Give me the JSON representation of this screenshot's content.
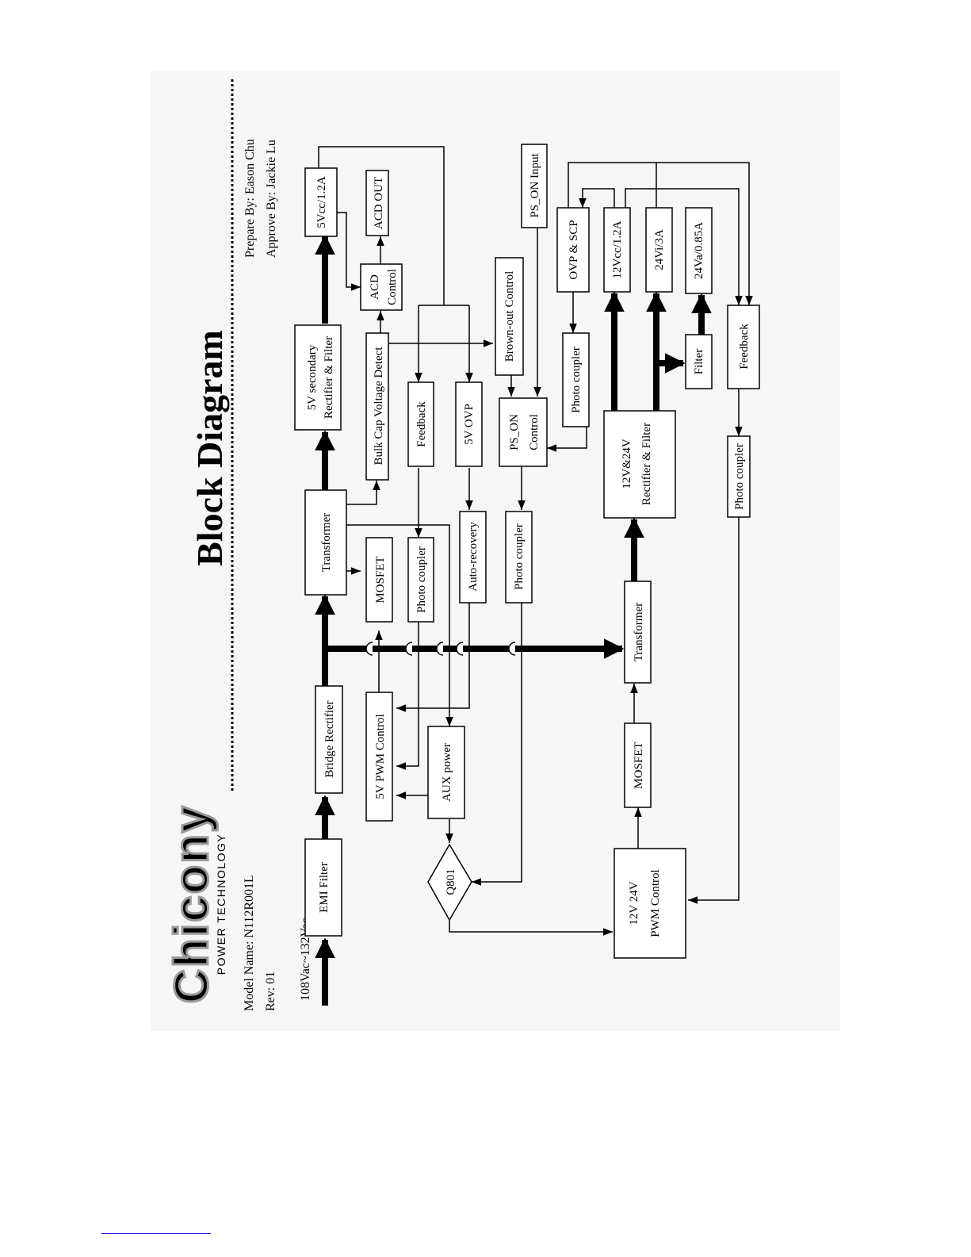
{
  "title": "Block Diagram",
  "logo": {
    "brand": "Chicony",
    "tagline": "POWER TECHNOLOGY",
    "color": "#9a9a9a"
  },
  "meta": {
    "model": "Model Name: N112R001L",
    "rev": "Rev: 01",
    "input": "108Vac~132Vac",
    "prepare": "Prepare  By:  Eason  Chu",
    "approve": "Approve  By:  Jackie  Lu"
  },
  "blocks": {
    "emi_filter": "EMI Filter",
    "bridge_rectifier": "Bridge Rectifier",
    "transformer_5v": "Transformer",
    "secondary_5v_l1": "5V secondary",
    "secondary_5v_l2": "Rectifier & Filter",
    "out_5vcc": "5Vcc/1.2A",
    "acd_control_l1": "ACD",
    "acd_control_l2": "Control",
    "acd_out": "ACD OUT",
    "bulk_cap": "Bulk Cap Voltage Detect",
    "mosfet_5v": "MOSFET",
    "pwm_5v": "5V PWM Control",
    "photo_coupler_1": "Photo coupler",
    "feedback_1": "Feedback",
    "aux_power": "AUX power",
    "auto_recovery": "Auto-recovery",
    "ovp_5v": "5V OVP",
    "photo_coupler_2": "Photo coupler",
    "ps_on_control_l1": "PS_ON",
    "ps_on_control_l2": "Control",
    "brown_out": "Brown-out Control",
    "ps_on_input": "PS_ON Input",
    "q801": "Q801",
    "pwm_12_24_l1": "12V 24V",
    "pwm_12_24_l2": "PWM Control",
    "mosfet_main": "MOSFET",
    "transformer_main": "Transformer",
    "rect_12_24_l1": "12V&24V",
    "rect_12_24_l2": "Rectifier & Filter",
    "photo_coupler_3": "Photo coupler",
    "ovp_scp": "OVP & SCP",
    "out_12vcc": "12Vcc/1.2A",
    "out_24vi": "24Vi/3A",
    "filter": "Filter",
    "out_24va": "24Va/0.85A",
    "feedback_2": "Feedback",
    "photo_coupler_4": "Photo coupler"
  }
}
